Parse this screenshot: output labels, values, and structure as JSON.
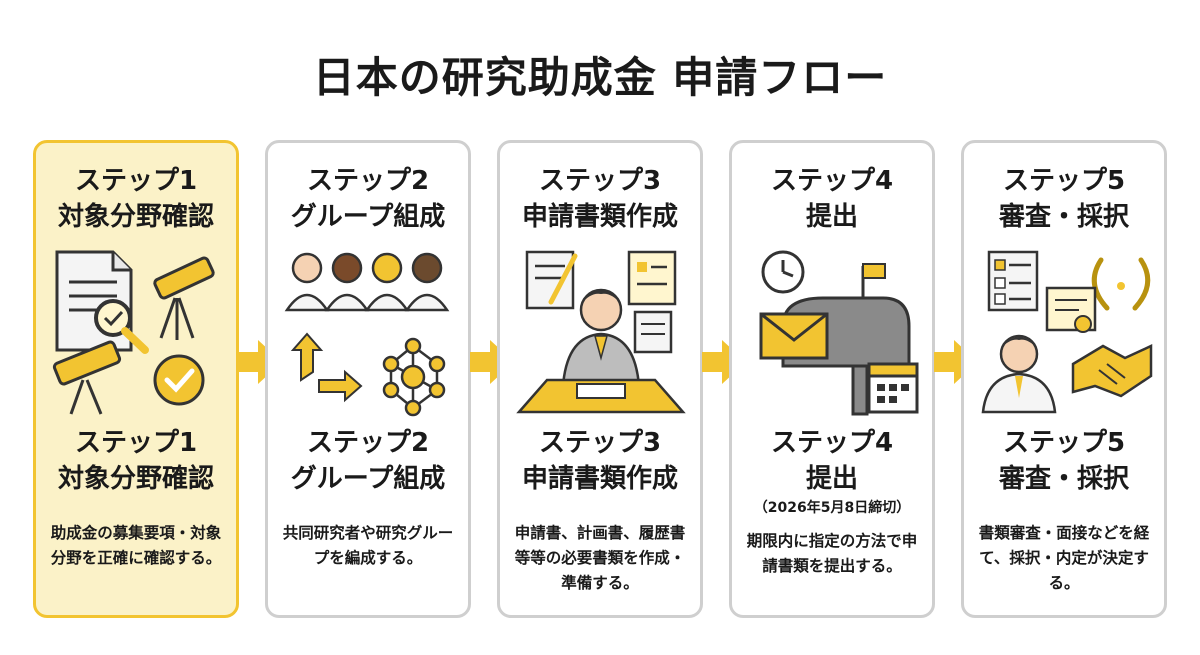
{
  "title": "日本の研究助成金 申請フロー",
  "colors": {
    "accent": "#f2c431",
    "active_bg": "#fbf2c8",
    "border": "#cfcfcf"
  },
  "steps": [
    {
      "step": "ステップ1",
      "name": "対象分野確認",
      "label_step": "ステップ1",
      "label_name": "対象分野確認",
      "note": "",
      "description": "助成金の募集要項・対象分野を正確に確認する。",
      "icons": [
        "document-magnifier-icon",
        "telescope-icon",
        "telescope-icon",
        "checkmark-icon"
      ],
      "active": true
    },
    {
      "step": "ステップ2",
      "name": "グループ組成",
      "label_step": "ステップ2",
      "label_name": "グループ組成",
      "note": "",
      "description": "共同研究者や研究グループを編成する。",
      "icons": [
        "researchers-icon",
        "cycle-arrows-icon",
        "network-icon"
      ],
      "active": false
    },
    {
      "step": "ステップ3",
      "name": "申請書類作成",
      "label_step": "ステップ3",
      "label_name": "申請書類作成",
      "note": "",
      "description": "申請書、計画書、履歴書等等の必要書類を作成・準備する。",
      "icons": [
        "documents-icon",
        "writing-person-icon"
      ],
      "active": false
    },
    {
      "step": "ステップ4",
      "name": "提出",
      "label_step": "ステップ4",
      "label_name": "提出",
      "note": "（2026年5月8日締切）",
      "description": "期限内に指定の方法で申請書類を提出する。",
      "icons": [
        "clock-icon",
        "mailbox-icon",
        "envelope-icon",
        "calendar-icon"
      ],
      "active": false
    },
    {
      "step": "ステップ5",
      "name": "審査・採択",
      "label_step": "ステップ5",
      "label_name": "審査・採択",
      "note": "",
      "description": "書類審査・面接などを経て、採択・内定が決定する。",
      "icons": [
        "checklist-icon",
        "laurel-icon",
        "certificate-icon",
        "person-icon",
        "handshake-icon"
      ],
      "active": false
    }
  ]
}
